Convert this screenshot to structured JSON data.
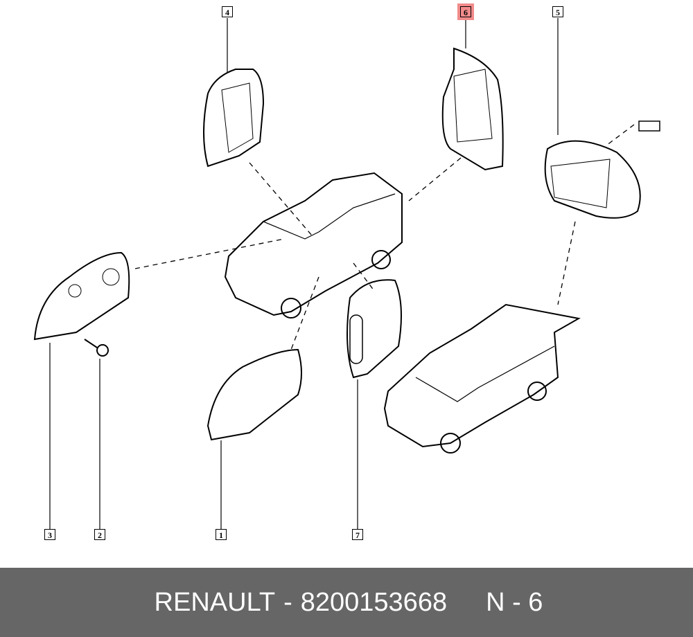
{
  "callouts": {
    "c1": "1",
    "c2": "2",
    "c3": "3",
    "c4": "4",
    "c5": "5",
    "c6": "6",
    "c7": "7"
  },
  "highlight_color": "#f28b8b",
  "footer": {
    "brand": "RENAULT",
    "separator": "-",
    "part_number": "8200153668",
    "position": "N - 6"
  }
}
